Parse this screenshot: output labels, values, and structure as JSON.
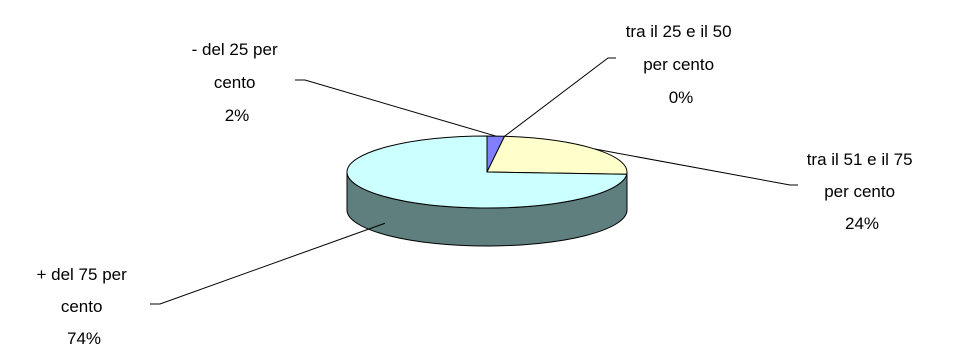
{
  "chart_data": {
    "type": "pie",
    "style": "3d",
    "categories": [
      "- del 25 per cento",
      "tra il 25 e il 50 per cento",
      "tra il 51 e il 75 per cento",
      "+ del 75 per cento"
    ],
    "values": [
      2,
      0,
      24,
      74
    ],
    "unit": "%",
    "slice_labels": [
      [
        "- del 25 per",
        "cento",
        "2%"
      ],
      [
        "tra il 25 e il 50",
        "per cento",
        "0%"
      ],
      [
        "tra il 51 e il 75",
        "per cento",
        "24%"
      ],
      [
        "+ del 75 per",
        "cento",
        "74%"
      ]
    ],
    "colors": {
      "slices": [
        "#8080ff",
        "#cccccc",
        "#ffffcc",
        "#ccffff"
      ],
      "side": "#5f7f7f",
      "outline": "#000000",
      "text": "#000000"
    },
    "legend": "none"
  }
}
